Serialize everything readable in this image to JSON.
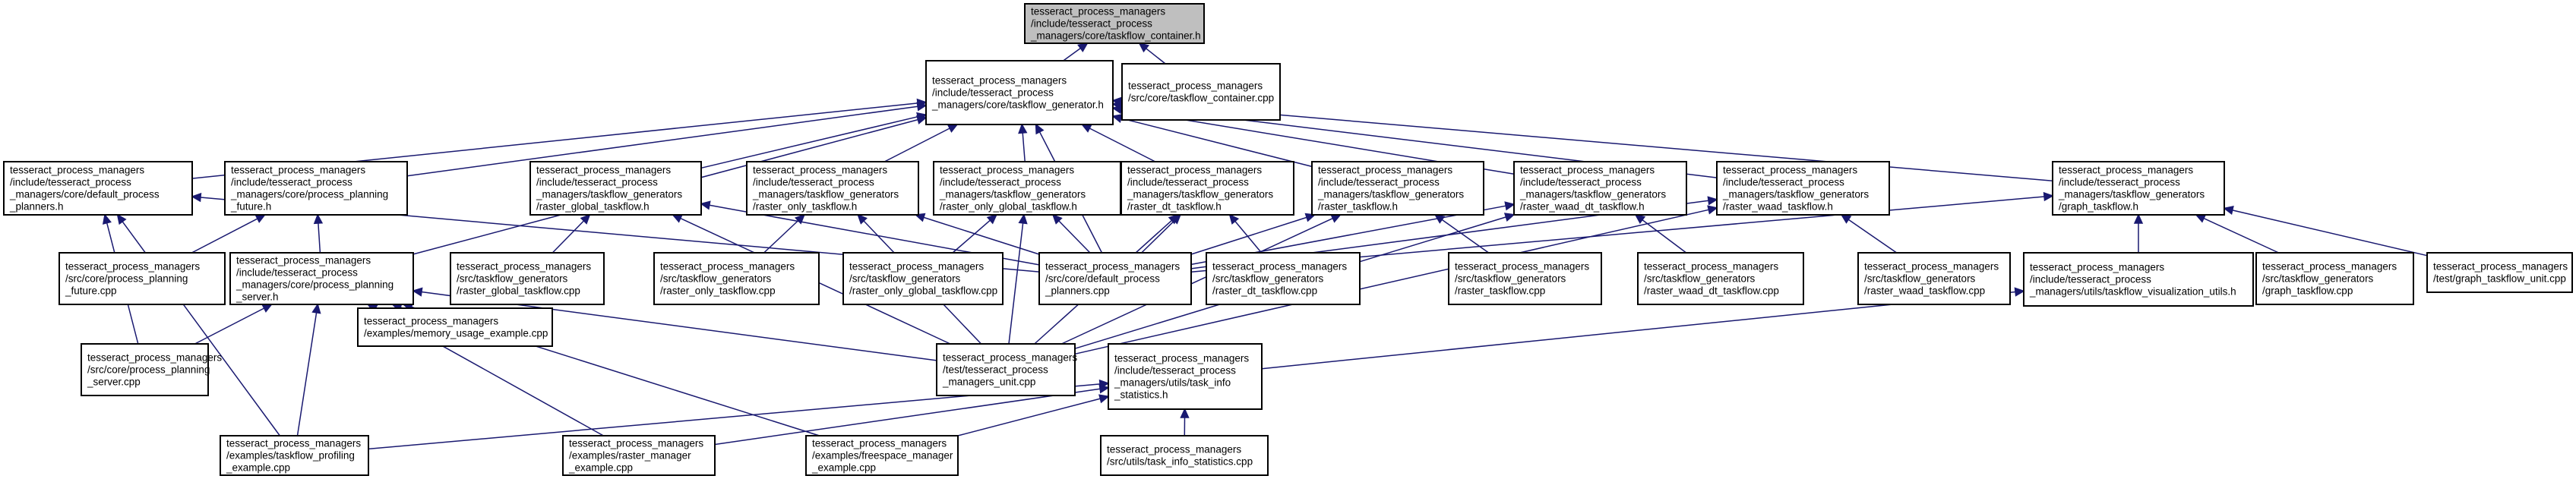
{
  "graph": {
    "root_id": "container_h",
    "edge_color": "#191970",
    "root_fill": "#bfbfbf",
    "nodes": [
      {
        "id": "container_h",
        "lines": [
          "tesseract_process_managers",
          "/include/tesseract_process",
          "_managers/core/taskflow_container.h"
        ]
      },
      {
        "id": "generator_h",
        "lines": [
          "tesseract_process_managers",
          "/include/tesseract_process",
          "_managers/core/taskflow_generator.h"
        ]
      },
      {
        "id": "container_cpp",
        "lines": [
          "tesseract_process_managers",
          "/src/core/taskflow_container.cpp"
        ]
      },
      {
        "id": "default_planners_h",
        "lines": [
          "tesseract_process_managers",
          "/include/tesseract_process",
          "_managers/core/default_process",
          "_planners.h"
        ]
      },
      {
        "id": "planning_future_h",
        "lines": [
          "tesseract_process_managers",
          "/include/tesseract_process",
          "_managers/core/process_planning",
          "_future.h"
        ]
      },
      {
        "id": "raster_global_h",
        "lines": [
          "tesseract_process_managers",
          "/include/tesseract_process",
          "_managers/taskflow_generators",
          "/raster_global_taskflow.h"
        ]
      },
      {
        "id": "raster_only_h",
        "lines": [
          "tesseract_process_managers",
          "/include/tesseract_process",
          "_managers/taskflow_generators",
          "/raster_only_taskflow.h"
        ]
      },
      {
        "id": "raster_only_global_h",
        "lines": [
          "tesseract_process_managers",
          "/include/tesseract_process",
          "_managers/taskflow_generators",
          "/raster_only_global_taskflow.h"
        ]
      },
      {
        "id": "raster_dt_h",
        "lines": [
          "tesseract_process_managers",
          "/include/tesseract_process",
          "_managers/taskflow_generators",
          "/raster_dt_taskflow.h"
        ]
      },
      {
        "id": "raster_h",
        "lines": [
          "tesseract_process_managers",
          "/include/tesseract_process",
          "_managers/taskflow_generators",
          "/raster_taskflow.h"
        ]
      },
      {
        "id": "raster_waad_dt_h",
        "lines": [
          "tesseract_process_managers",
          "/include/tesseract_process",
          "_managers/taskflow_generators",
          "/raster_waad_dt_taskflow.h"
        ]
      },
      {
        "id": "raster_waad_h",
        "lines": [
          "tesseract_process_managers",
          "/include/tesseract_process",
          "_managers/taskflow_generators",
          "/raster_waad_taskflow.h"
        ]
      },
      {
        "id": "graph_h",
        "lines": [
          "tesseract_process_managers",
          "/include/tesseract_process",
          "_managers/taskflow_generators",
          "/graph_taskflow.h"
        ]
      },
      {
        "id": "planning_future_cpp",
        "lines": [
          "tesseract_process_managers",
          "/src/core/process_planning",
          "_future.cpp"
        ]
      },
      {
        "id": "planning_server_h",
        "lines": [
          "tesseract_process_managers",
          "/include/tesseract_process",
          "_managers/core/process_planning",
          "_server.h"
        ]
      },
      {
        "id": "raster_global_cpp",
        "lines": [
          "tesseract_process_managers",
          "/src/taskflow_generators",
          "/raster_global_taskflow.cpp"
        ]
      },
      {
        "id": "raster_only_cpp",
        "lines": [
          "tesseract_process_managers",
          "/src/taskflow_generators",
          "/raster_only_taskflow.cpp"
        ]
      },
      {
        "id": "raster_only_global_cpp",
        "lines": [
          "tesseract_process_managers",
          "/src/taskflow_generators",
          "/raster_only_global_taskflow.cpp"
        ]
      },
      {
        "id": "default_planners_cpp",
        "lines": [
          "tesseract_process_managers",
          "/src/core/default_process",
          "_planners.cpp"
        ]
      },
      {
        "id": "raster_dt_cpp",
        "lines": [
          "tesseract_process_managers",
          "/src/taskflow_generators",
          "/raster_dt_taskflow.cpp"
        ]
      },
      {
        "id": "raster_cpp",
        "lines": [
          "tesseract_process_managers",
          "/src/taskflow_generators",
          "/raster_taskflow.cpp"
        ]
      },
      {
        "id": "raster_waad_dt_cpp",
        "lines": [
          "tesseract_process_managers",
          "/src/taskflow_generators",
          "/raster_waad_dt_taskflow.cpp"
        ]
      },
      {
        "id": "raster_waad_cpp",
        "lines": [
          "tesseract_process_managers",
          "/src/taskflow_generators",
          "/raster_waad_taskflow.cpp"
        ]
      },
      {
        "id": "visualization_utils_h",
        "lines": [
          "tesseract_process_managers",
          "/include/tesseract_process",
          "_managers/utils/taskflow_visualization_utils.h"
        ]
      },
      {
        "id": "graph_cpp",
        "lines": [
          "tesseract_process_managers",
          "/src/taskflow_generators",
          "/graph_taskflow.cpp"
        ]
      },
      {
        "id": "graph_unit_cpp",
        "lines": [
          "tesseract_process_managers",
          "/test/graph_taskflow_unit.cpp"
        ]
      },
      {
        "id": "planning_server_cpp",
        "lines": [
          "tesseract_process_managers",
          "/src/core/process_planning",
          "_server.cpp"
        ]
      },
      {
        "id": "memory_usage_cpp",
        "lines": [
          "tesseract_process_managers",
          "/examples/memory_usage_example.cpp"
        ]
      },
      {
        "id": "managers_unit_cpp",
        "lines": [
          "tesseract_process_managers",
          "/test/tesseract_process",
          "_managers_unit.cpp"
        ]
      },
      {
        "id": "task_info_statistics_h",
        "lines": [
          "tesseract_process_managers",
          "/include/tesseract_process",
          "_managers/utils/task_info",
          "_statistics.h"
        ]
      },
      {
        "id": "taskflow_profiling_cpp",
        "lines": [
          "tesseract_process_managers",
          "/examples/taskflow_profiling",
          "_example.cpp"
        ]
      },
      {
        "id": "raster_manager_cpp",
        "lines": [
          "tesseract_process_managers",
          "/examples/raster_manager",
          "_example.cpp"
        ]
      },
      {
        "id": "freespace_manager_cpp",
        "lines": [
          "tesseract_process_managers",
          "/examples/freespace_manager",
          "_example.cpp"
        ]
      },
      {
        "id": "task_info_statistics_cpp",
        "lines": [
          "tesseract_process_managers",
          "/src/utils/task_info_statistics.cpp"
        ]
      }
    ],
    "edges": [
      [
        "container_h",
        "generator_h"
      ],
      [
        "container_h",
        "container_cpp"
      ],
      [
        "generator_h",
        "default_planners_h"
      ],
      [
        "generator_h",
        "planning_future_h"
      ],
      [
        "generator_h",
        "raster_global_h"
      ],
      [
        "generator_h",
        "raster_only_h"
      ],
      [
        "generator_h",
        "raster_only_global_h"
      ],
      [
        "generator_h",
        "raster_dt_h"
      ],
      [
        "generator_h",
        "raster_h"
      ],
      [
        "generator_h",
        "raster_waad_dt_h"
      ],
      [
        "generator_h",
        "raster_waad_h"
      ],
      [
        "generator_h",
        "graph_h"
      ],
      [
        "generator_h",
        "planning_server_h"
      ],
      [
        "generator_h",
        "default_planners_cpp"
      ],
      [
        "default_planners_h",
        "default_planners_cpp"
      ],
      [
        "default_planners_h",
        "planning_server_cpp"
      ],
      [
        "default_planners_h",
        "taskflow_profiling_cpp"
      ],
      [
        "planning_future_h",
        "planning_future_cpp"
      ],
      [
        "planning_future_h",
        "planning_server_h"
      ],
      [
        "raster_global_h",
        "raster_global_cpp"
      ],
      [
        "raster_global_h",
        "default_planners_cpp"
      ],
      [
        "raster_global_h",
        "managers_unit_cpp"
      ],
      [
        "raster_only_h",
        "raster_only_cpp"
      ],
      [
        "raster_only_h",
        "default_planners_cpp"
      ],
      [
        "raster_only_h",
        "managers_unit_cpp"
      ],
      [
        "raster_only_global_h",
        "raster_only_global_cpp"
      ],
      [
        "raster_only_global_h",
        "default_planners_cpp"
      ],
      [
        "raster_only_global_h",
        "managers_unit_cpp"
      ],
      [
        "raster_dt_h",
        "raster_dt_cpp"
      ],
      [
        "raster_dt_h",
        "default_planners_cpp"
      ],
      [
        "raster_dt_h",
        "managers_unit_cpp"
      ],
      [
        "raster_h",
        "raster_cpp"
      ],
      [
        "raster_h",
        "default_planners_cpp"
      ],
      [
        "raster_h",
        "managers_unit_cpp"
      ],
      [
        "raster_waad_dt_h",
        "raster_waad_dt_cpp"
      ],
      [
        "raster_waad_dt_h",
        "default_planners_cpp"
      ],
      [
        "raster_waad_dt_h",
        "managers_unit_cpp"
      ],
      [
        "raster_waad_h",
        "raster_waad_cpp"
      ],
      [
        "raster_waad_h",
        "default_planners_cpp"
      ],
      [
        "raster_waad_h",
        "managers_unit_cpp"
      ],
      [
        "graph_h",
        "visualization_utils_h"
      ],
      [
        "graph_h",
        "graph_cpp"
      ],
      [
        "graph_h",
        "graph_unit_cpp"
      ],
      [
        "graph_h",
        "default_planners_cpp"
      ],
      [
        "visualization_utils_h",
        "task_info_statistics_h"
      ],
      [
        "planning_server_h",
        "planning_server_cpp"
      ],
      [
        "planning_server_h",
        "memory_usage_cpp"
      ],
      [
        "planning_server_h",
        "managers_unit_cpp"
      ],
      [
        "planning_server_h",
        "taskflow_profiling_cpp"
      ],
      [
        "planning_server_h",
        "raster_manager_cpp"
      ],
      [
        "planning_server_h",
        "freespace_manager_cpp"
      ],
      [
        "task_info_statistics_h",
        "task_info_statistics_cpp"
      ],
      [
        "task_info_statistics_h",
        "taskflow_profiling_cpp"
      ],
      [
        "task_info_statistics_h",
        "raster_manager_cpp"
      ],
      [
        "task_info_statistics_h",
        "freespace_manager_cpp"
      ]
    ]
  }
}
